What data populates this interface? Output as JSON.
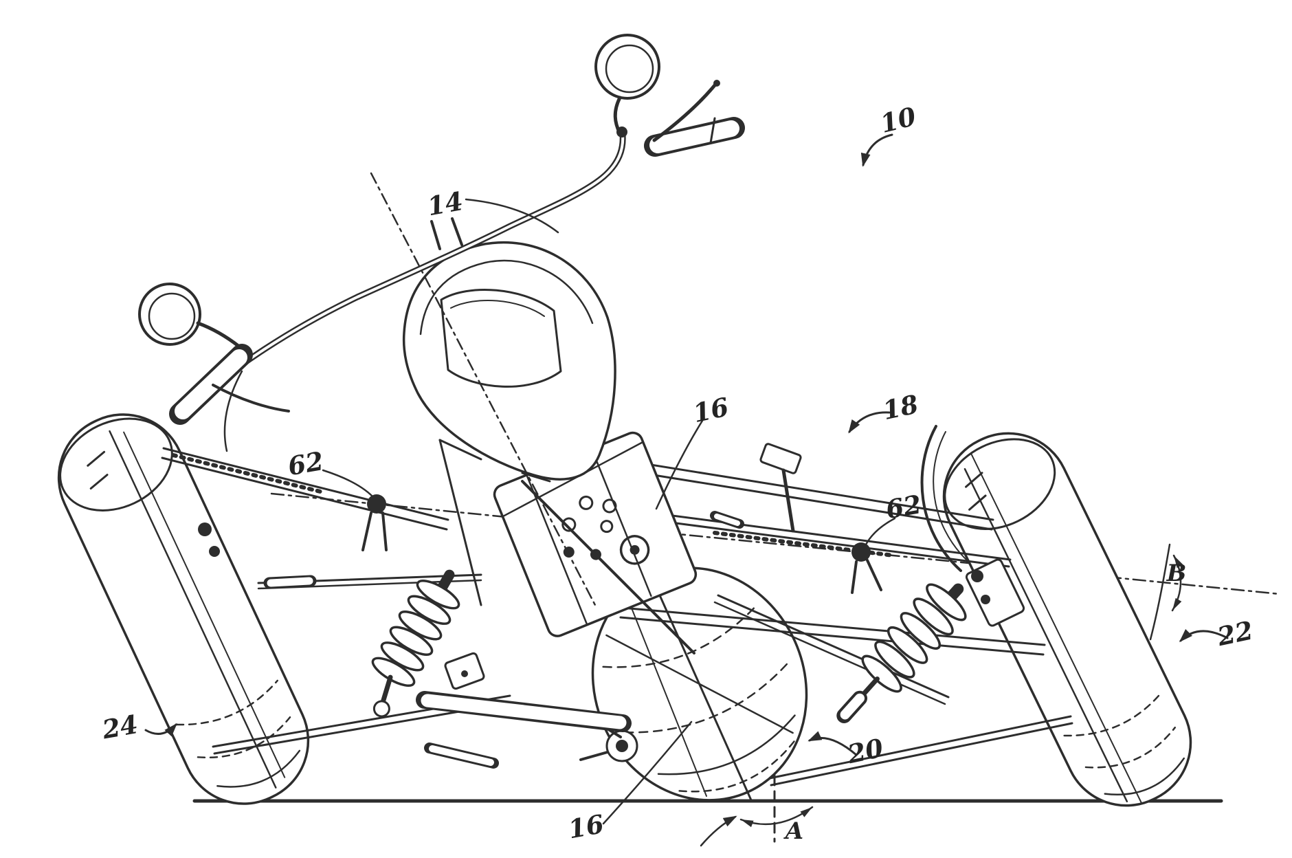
{
  "figure": {
    "kind": "patent-line-drawing",
    "subject": "leaning three-wheeled motorcycle (tilting trike) shown leaning with independent front suspension",
    "background_color": "#ffffff",
    "ink_color": "#2d2d2d",
    "ground_color": "#4a4a4a"
  },
  "labels": {
    "assembly": "10",
    "handlebar": "14",
    "steering_upper": "16",
    "front_suspension": "18",
    "rear_wheel": "20",
    "right_wheel": "22",
    "left_wheel": "24",
    "steering_lower": "16",
    "tie_rod_left": "62",
    "tie_rod_right": "62",
    "kingpin_angle": "B",
    "lean_angle": "A"
  }
}
